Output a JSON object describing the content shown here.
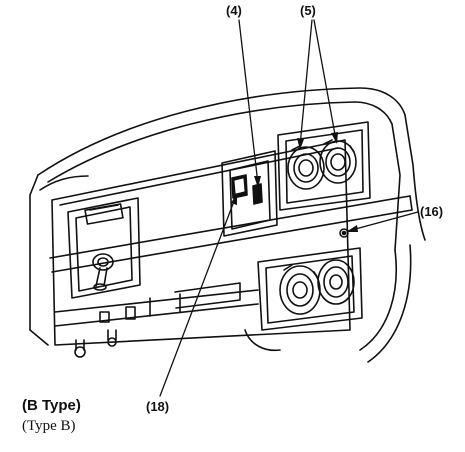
{
  "callouts": {
    "switch": "(4)",
    "outlets_top": "(5)",
    "ground_terminal": "(16)",
    "breaker": "(18)"
  },
  "caption": {
    "line1": "(B Type)",
    "line2": "(Type B)"
  },
  "colors": {
    "ink": "#111111",
    "paper": "#ffffff"
  }
}
